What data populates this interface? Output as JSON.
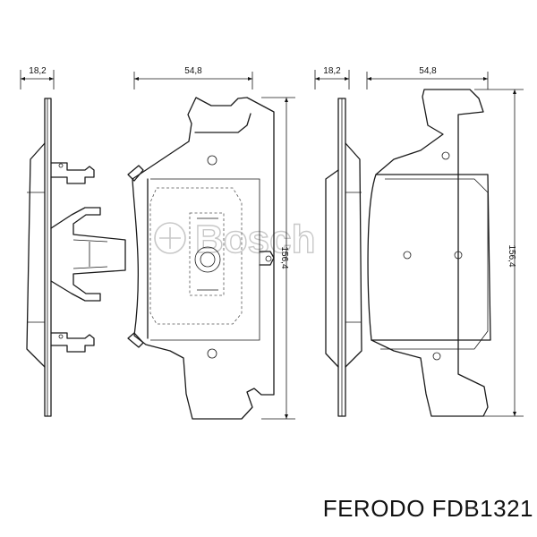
{
  "dimensions": {
    "left_thickness": "18,2",
    "left_width": "54,8",
    "left_height": "156,4",
    "right_thickness": "18,2",
    "right_width": "54,8",
    "right_height": "156,4"
  },
  "watermark": "Bosch",
  "caption": "FERODO FDB1321"
}
